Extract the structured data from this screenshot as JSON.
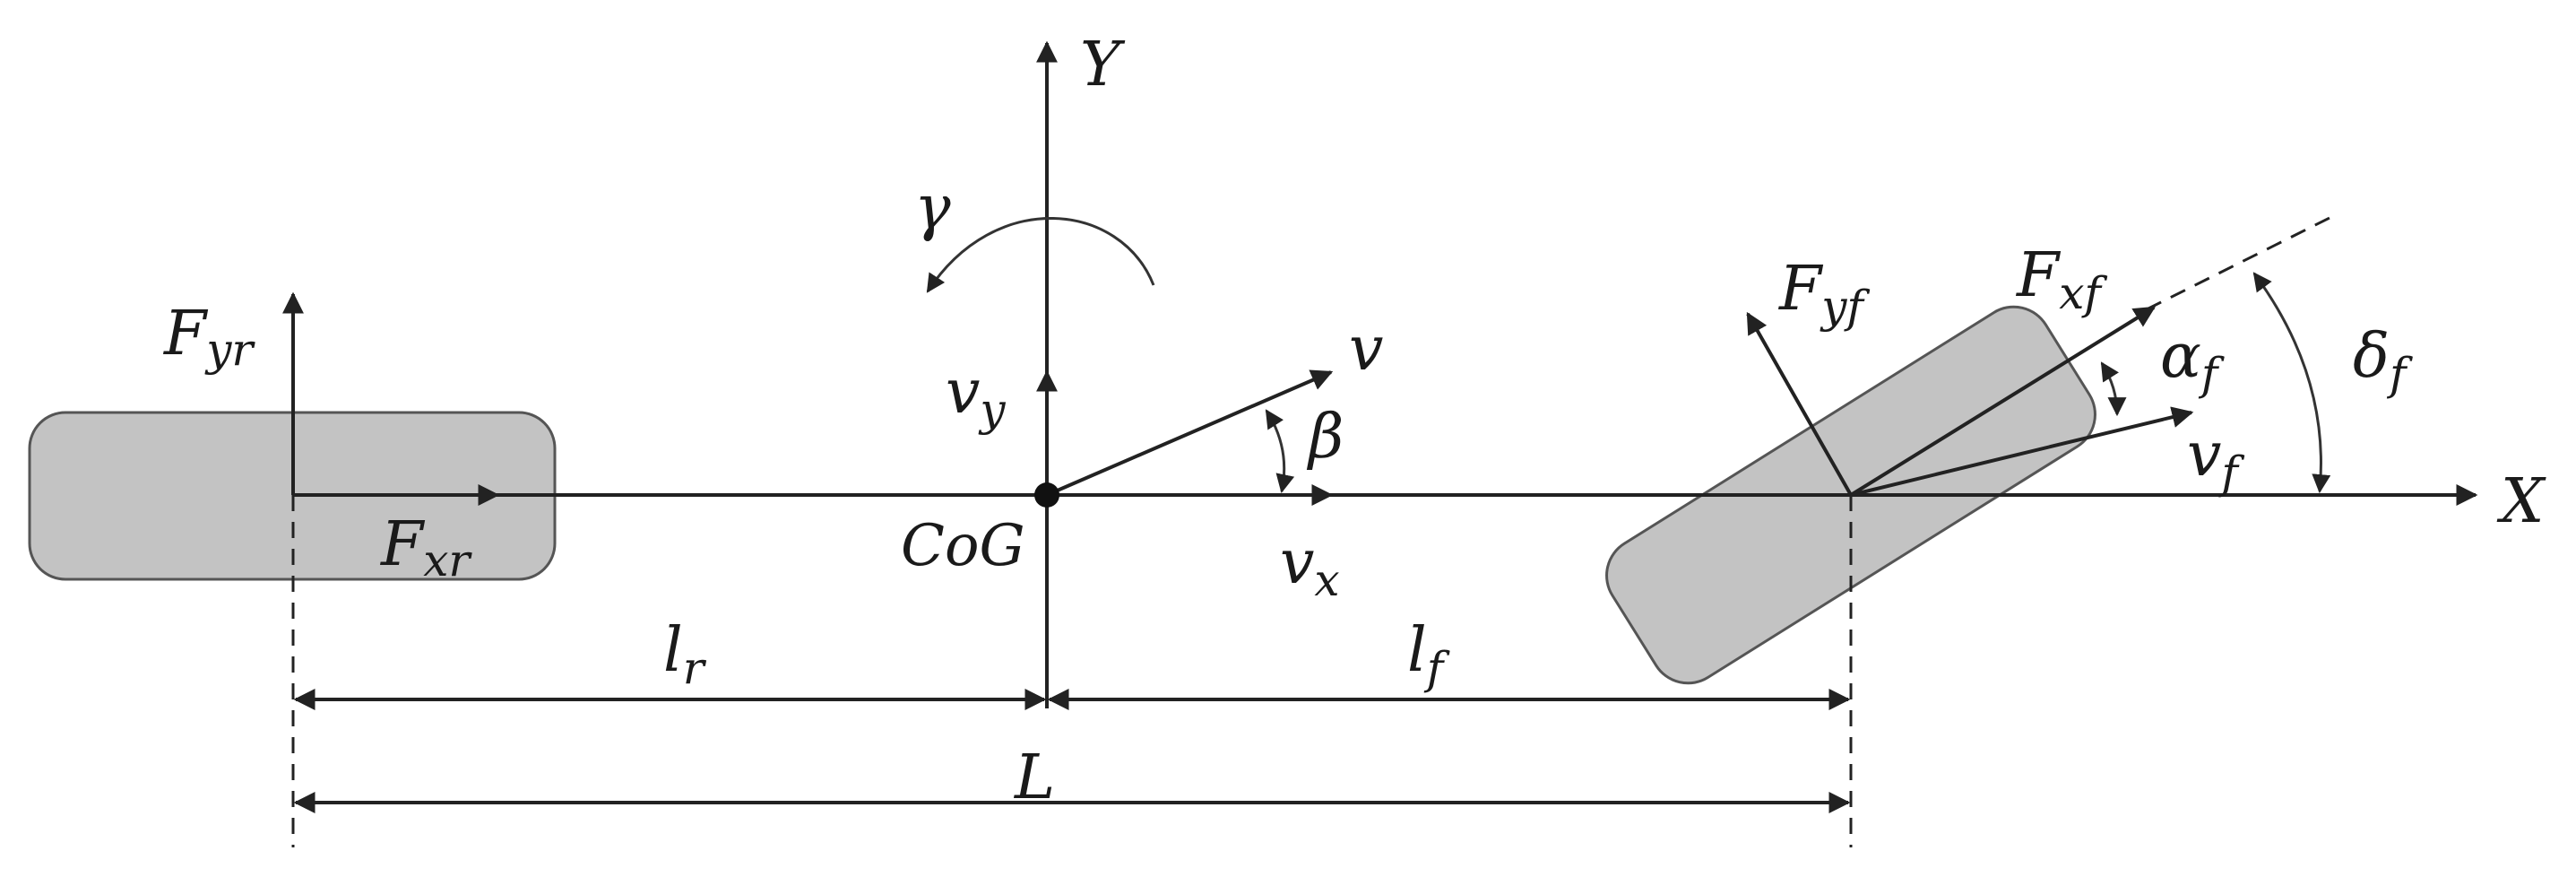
{
  "labels": {
    "Y": "Y",
    "X": "X",
    "gamma": "γ",
    "Fyr_main": "F",
    "Fyr_sub": "yr",
    "Fxr_main": "F",
    "Fxr_sub": "xr",
    "vy_main": "v",
    "vy_sub": "y",
    "v": "v",
    "beta": "β",
    "vx_main": "v",
    "vx_sub": "x",
    "cog": "CoG",
    "Fyf_main": "F",
    "Fyf_sub": "yf",
    "Fxf_main": "F",
    "Fxf_sub": "xf",
    "alphaf_main": "α",
    "alphaf_sub": "f",
    "deltaf_main": "δ",
    "deltaf_sub": "f",
    "vf_main": "v",
    "vf_sub": "f",
    "lr_main": "l",
    "lr_sub": "r",
    "lf_main": "l",
    "lf_sub": "f",
    "L": "L"
  },
  "colors": {
    "stroke": "#222222",
    "wheel_fill": "#c3c3c3",
    "wheel_stroke": "#555555"
  }
}
